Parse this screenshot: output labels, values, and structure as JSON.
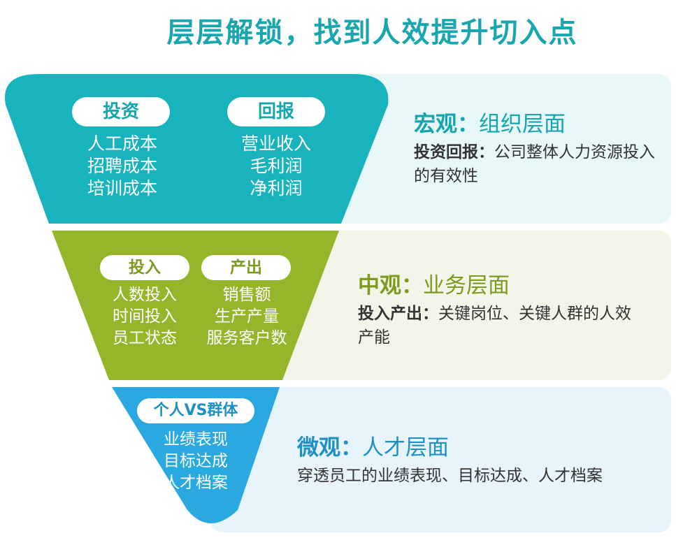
{
  "page_title": "层层解锁，找到人效提升切入点",
  "colors": {
    "macro": "#18b3bd",
    "meso": "#95b52b",
    "micro": "#29a9df",
    "macro_panel": "#e8f7f8",
    "meso_panel": "#f2f5e8",
    "micro_panel": "#e7f4fb"
  },
  "levels": {
    "macro": {
      "heading_bold": "宏观：",
      "heading_rest": "组织层面",
      "desc_bold": "投资回报：",
      "desc_text": "公司整体人力资源投入的有效性",
      "pills": [
        "投资",
        "回报"
      ],
      "columns": [
        [
          "人工成本",
          "招聘成本",
          "培训成本"
        ],
        [
          "营业收入",
          "毛利润",
          "净利润"
        ]
      ]
    },
    "meso": {
      "heading_bold": "中观：",
      "heading_rest": "业务层面",
      "desc_bold": "投入产出：",
      "desc_text": "关键岗位、关键人群的人效产能",
      "pills": [
        "投入",
        "产出"
      ],
      "columns": [
        [
          "人数投入",
          "时间投入",
          "员工状态"
        ],
        [
          "销售额",
          "生产产量",
          "服务客户数"
        ]
      ]
    },
    "micro": {
      "heading_bold": "微观：",
      "heading_rest": "人才层面",
      "desc_text": "穿透员工的业绩表现、目标达成、人才档案",
      "pills": [
        "个人VS群体"
      ],
      "columns": [
        [
          "业绩表现",
          "目标达成",
          "人才档案"
        ]
      ]
    }
  }
}
